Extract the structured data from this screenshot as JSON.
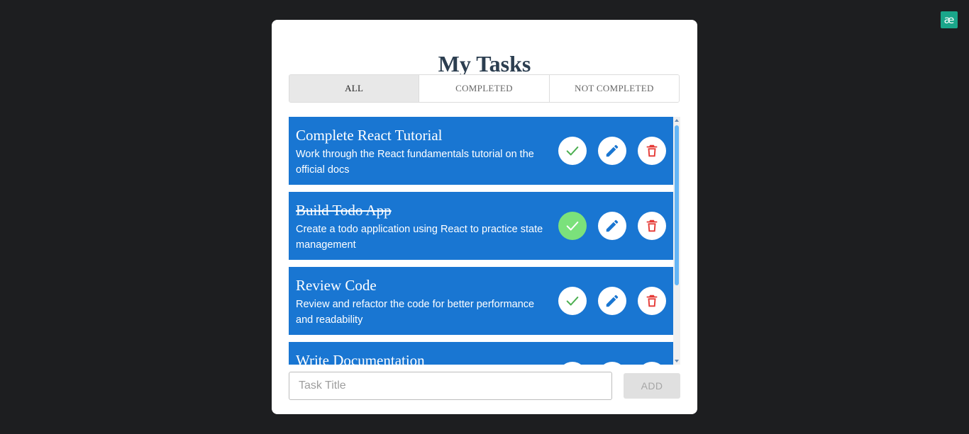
{
  "app": {
    "logo_text": "æ"
  },
  "header": {
    "title": "My Tasks"
  },
  "tabs": [
    {
      "label": "ALL",
      "active": true
    },
    {
      "label": "COMPLETED",
      "active": false
    },
    {
      "label": "NOT COMPLETED",
      "active": false
    }
  ],
  "tasks": [
    {
      "title": "Complete React Tutorial",
      "description": "Work through the React fundamentals tutorial on the official docs",
      "completed": false
    },
    {
      "title": "Build Todo App",
      "description": "Create a todo application using React to practice state management",
      "completed": true
    },
    {
      "title": "Review Code",
      "description": "Review and refactor the code for better performance and readability",
      "completed": false
    },
    {
      "title": "Write Documentation",
      "description": "",
      "completed": false
    }
  ],
  "form": {
    "task_title_placeholder": "Task Title",
    "task_title_value": "",
    "add_label": "ADD"
  },
  "icons": {
    "complete": "check-icon",
    "edit": "pencil-icon",
    "delete": "trash-icon"
  },
  "colors": {
    "background": "#1d1e20",
    "card": "#ffffff",
    "task_bg": "#1976d2",
    "title": "#2c3e50",
    "check": "#4caf50",
    "check_done_bg": "#7be17b",
    "edit": "#1976d2",
    "delete": "#e53935",
    "scroll_thumb": "#64b5f6",
    "logo": "#1aa68a"
  }
}
